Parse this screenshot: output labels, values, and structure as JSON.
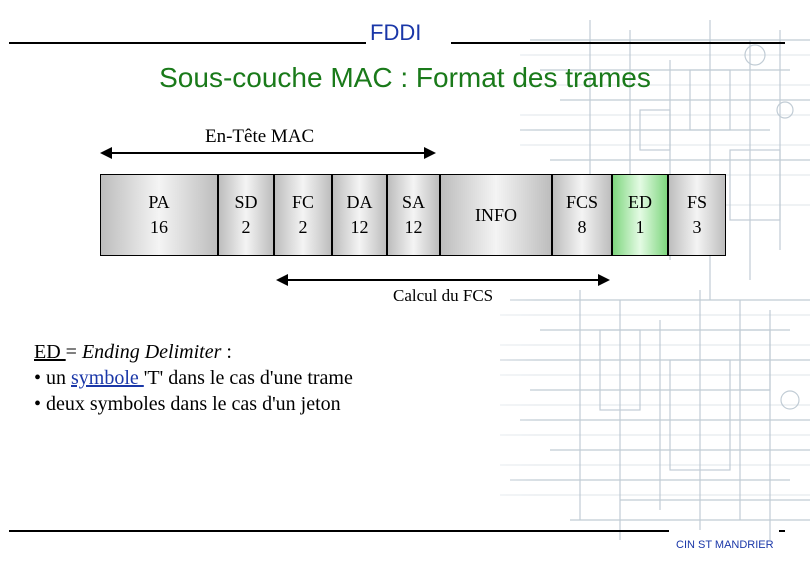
{
  "header": {
    "label": "FDDI"
  },
  "slide": {
    "title": "Sous-couche MAC : Format des trames"
  },
  "frame": {
    "header_label": "En-Tête MAC",
    "fields": [
      {
        "name": "PA",
        "size": "16"
      },
      {
        "name": "SD",
        "size": "2"
      },
      {
        "name": "FC",
        "size": "2"
      },
      {
        "name": "DA",
        "size": "12"
      },
      {
        "name": "SA",
        "size": "12"
      },
      {
        "name": "INFO",
        "size": ""
      },
      {
        "name": "FCS",
        "size": "8"
      },
      {
        "name": "ED",
        "size": "1"
      },
      {
        "name": "FS",
        "size": "3"
      }
    ],
    "fcs_label": "Calcul du FCS",
    "highlight_color": "#8fe08f"
  },
  "note": {
    "term": "ED ",
    "definition_prefix": "= ",
    "definition": "Ending Delimiter",
    "definition_suffix": " :",
    "line1_prefix": "• un ",
    "line1_link": "symbole ",
    "line1_suffix": " 'T' dans le cas d'une trame",
    "line2": "• deux symboles dans le cas d'un jeton"
  },
  "footer": {
    "label": "CIN ST MANDRIER"
  }
}
